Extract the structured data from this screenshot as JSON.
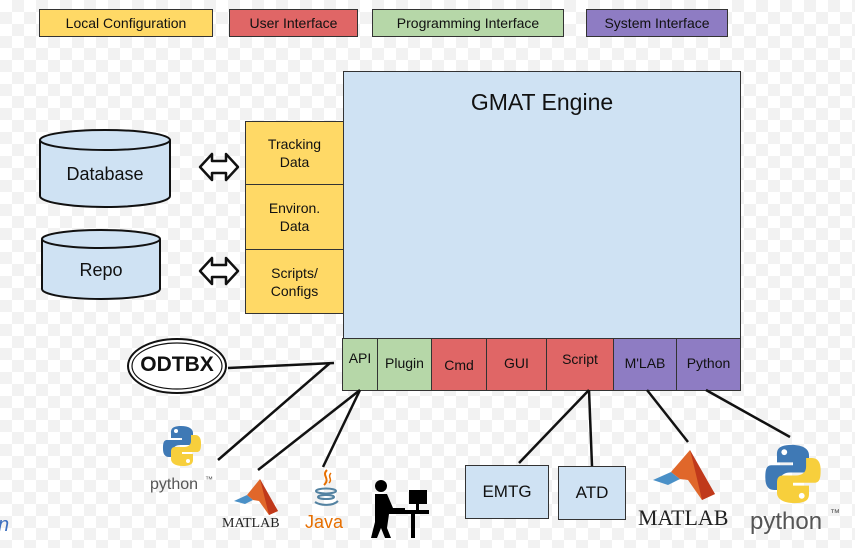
{
  "legend": [
    {
      "label": "Local Configuration",
      "color": "#ffd966"
    },
    {
      "label": "User  Interface",
      "color": "#e06666"
    },
    {
      "label": "Programming Interface",
      "color": "#b6d7a8"
    },
    {
      "label": "System Interface",
      "color": "#8e7cc3"
    }
  ],
  "engine": {
    "title": "GMAT Engine"
  },
  "inputs": [
    {
      "label": "Tracking\nData"
    },
    {
      "label": "Environ.\nData"
    },
    {
      "label": "Scripts/\nConfigs"
    }
  ],
  "stores": [
    {
      "label": "Database"
    },
    {
      "label": "Repo"
    }
  ],
  "interfaces": [
    {
      "label": "API",
      "color": "#b6d7a8"
    },
    {
      "label": "Plugin",
      "color": "#b6d7a8"
    },
    {
      "label": "Cmd",
      "color": "#e06666"
    },
    {
      "label": "GUI",
      "color": "#e06666"
    },
    {
      "label": "Script",
      "color": "#e06666"
    },
    {
      "label": "M'LAB",
      "color": "#8e7cc3"
    },
    {
      "label": "Python",
      "color": "#8e7cc3"
    }
  ],
  "external": {
    "odtbx": "ODTBX",
    "emtg": "EMTG",
    "atd": "ATD",
    "python_small": "python",
    "matlab_small": "MATLAB",
    "java": "Java",
    "matlab_large": "MATLAB",
    "python_large": "python",
    "trademark": "™",
    "cut_text": "n"
  },
  "icons": [
    "double-arrow-icon",
    "python-logo-icon",
    "matlab-logo-icon",
    "java-logo-icon",
    "user-at-computer-icon"
  ]
}
